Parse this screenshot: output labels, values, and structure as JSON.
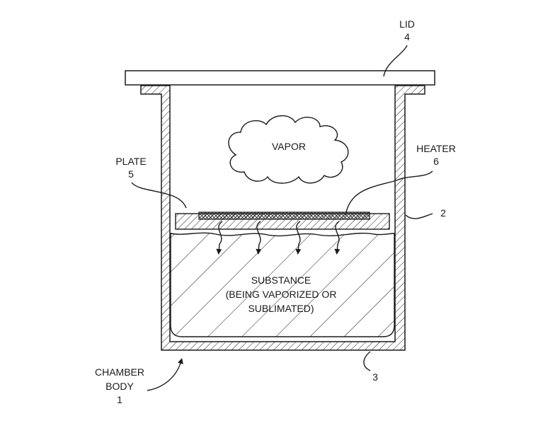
{
  "labels": {
    "lid": {
      "name": "LID",
      "number": "4"
    },
    "vapor": "VAPOR",
    "plate": {
      "name": "PLATE",
      "number": "5"
    },
    "heater": {
      "name": "HEATER",
      "number": "6"
    },
    "wall_ref": "2",
    "bottom_ref": "3",
    "substance": {
      "line1": "SUBSTANCE",
      "line2": "(BEING VAPORIZED OR",
      "line3": "SUBLIMATED)"
    },
    "chamber_body": {
      "line1": "CHAMBER",
      "line2": "BODY",
      "number": "1"
    }
  }
}
